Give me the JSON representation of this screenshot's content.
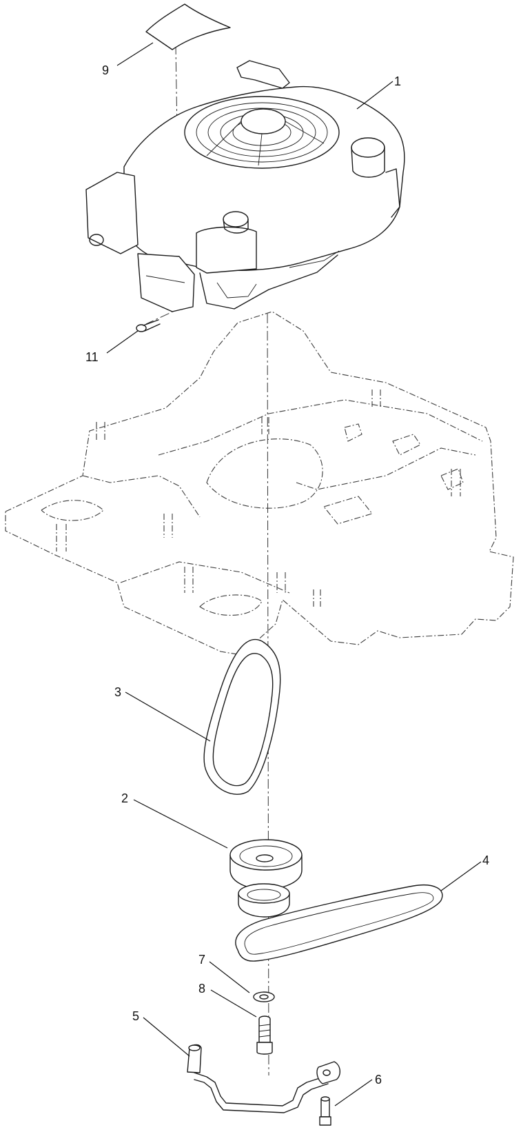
{
  "callouts": {
    "c1": "1",
    "c2": "2",
    "c3": "3",
    "c4": "4",
    "c5": "5",
    "c6": "6",
    "c7": "7",
    "c8": "8",
    "c9": "9",
    "c11": "11"
  },
  "colors": {
    "line": "#1a1a1a",
    "background": "#ffffff"
  }
}
